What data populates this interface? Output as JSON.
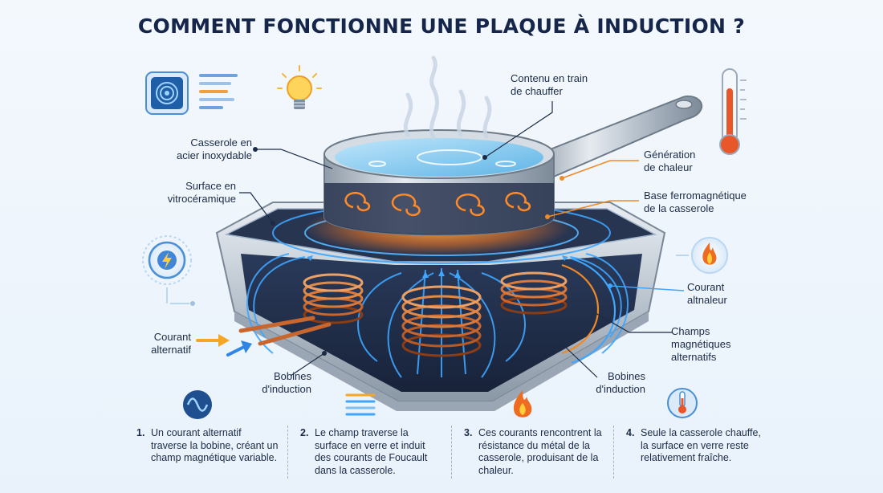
{
  "title": "COMMENT FONCTIONNE UNE PLAQUE À INDUCTION ?",
  "labels": {
    "contenu": "Contenu en train\nde chauffer",
    "casserole": "Casserole en\nacier inoxydable",
    "surface": "Surface en\nvitrocéramique",
    "generation": "Génération\nde chaleur",
    "base": "Base ferromagnétique\nde la casserole",
    "courant_right": "Courant\naltnaleur",
    "champs": "Champs\nmagnétiques\nalternatifs",
    "courant_left": "Courant\nalternatif",
    "bobines_left": "Bobines\nd'induction",
    "bobines_right": "Bobines\nd'induction"
  },
  "steps": [
    {
      "num": "1.",
      "text": "Un courant alternatif traverse la bobine, créant un champ magnétique variable."
    },
    {
      "num": "2.",
      "text": "Le champ traverse la surface en verre et induit des courants de Foucault dans la casserole."
    },
    {
      "num": "3.",
      "text": "Ces courants rencontrent la résistance du métal de la casserole, produisant de la chaleur."
    },
    {
      "num": "4.",
      "text": "Seule la casserole chauffe, la surface en verre reste relativement fraîche."
    }
  ],
  "icons": {
    "top_left": "induction-panel-icon",
    "bulb": "lightbulb-icon",
    "thermometer": "thermometer-icon",
    "power": "lightning-power-icon",
    "flame_badge": "flame-badge-icon",
    "step1": "sine-wave-icon",
    "step2": "field-layers-icon",
    "step3": "flame-icon",
    "step4": "thermometer-small-icon"
  },
  "colors": {
    "title": "#16264a",
    "copper": "#c8662e",
    "field_blue": "#2f8fe0",
    "heat_orange": "#f08a24",
    "accent_blue": "#3f86d6"
  }
}
